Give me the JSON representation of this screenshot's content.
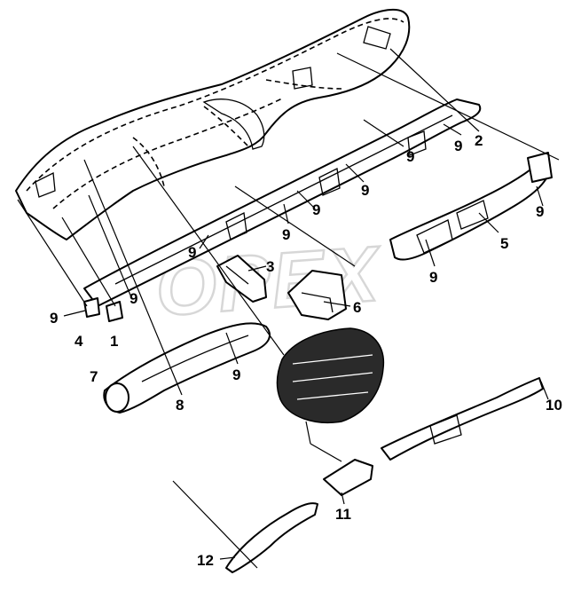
{
  "watermark": "OPEX",
  "callouts": {
    "c1": "1",
    "c2": "2",
    "c3": "3",
    "c4": "4",
    "c5": "5",
    "c6": "6",
    "c7": "7",
    "c8": "8",
    "c10": "10",
    "c11": "11",
    "c12": "12",
    "c9": "9"
  },
  "colors": {
    "ink": "#000000",
    "paper": "#ffffff",
    "watermark": "#b8b8b8"
  }
}
